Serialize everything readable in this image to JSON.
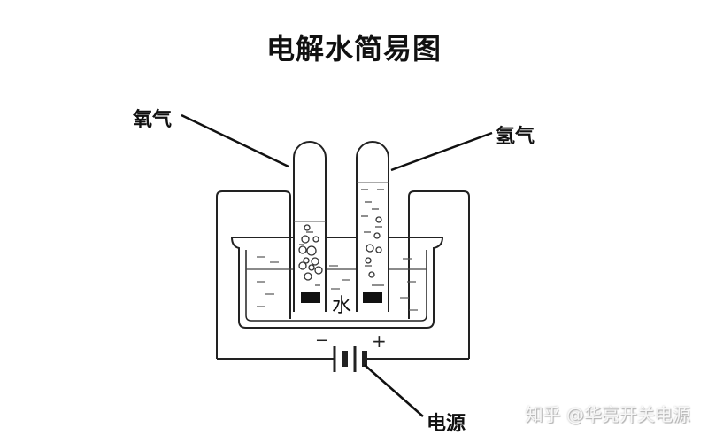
{
  "title": "电解水简易图",
  "labels": {
    "oxygen": "氧气",
    "hydrogen": "氢气",
    "water": "水",
    "power_source": "电源",
    "minus": "−",
    "plus": "+"
  },
  "watermark": "知乎 @华亮开关电源"
}
